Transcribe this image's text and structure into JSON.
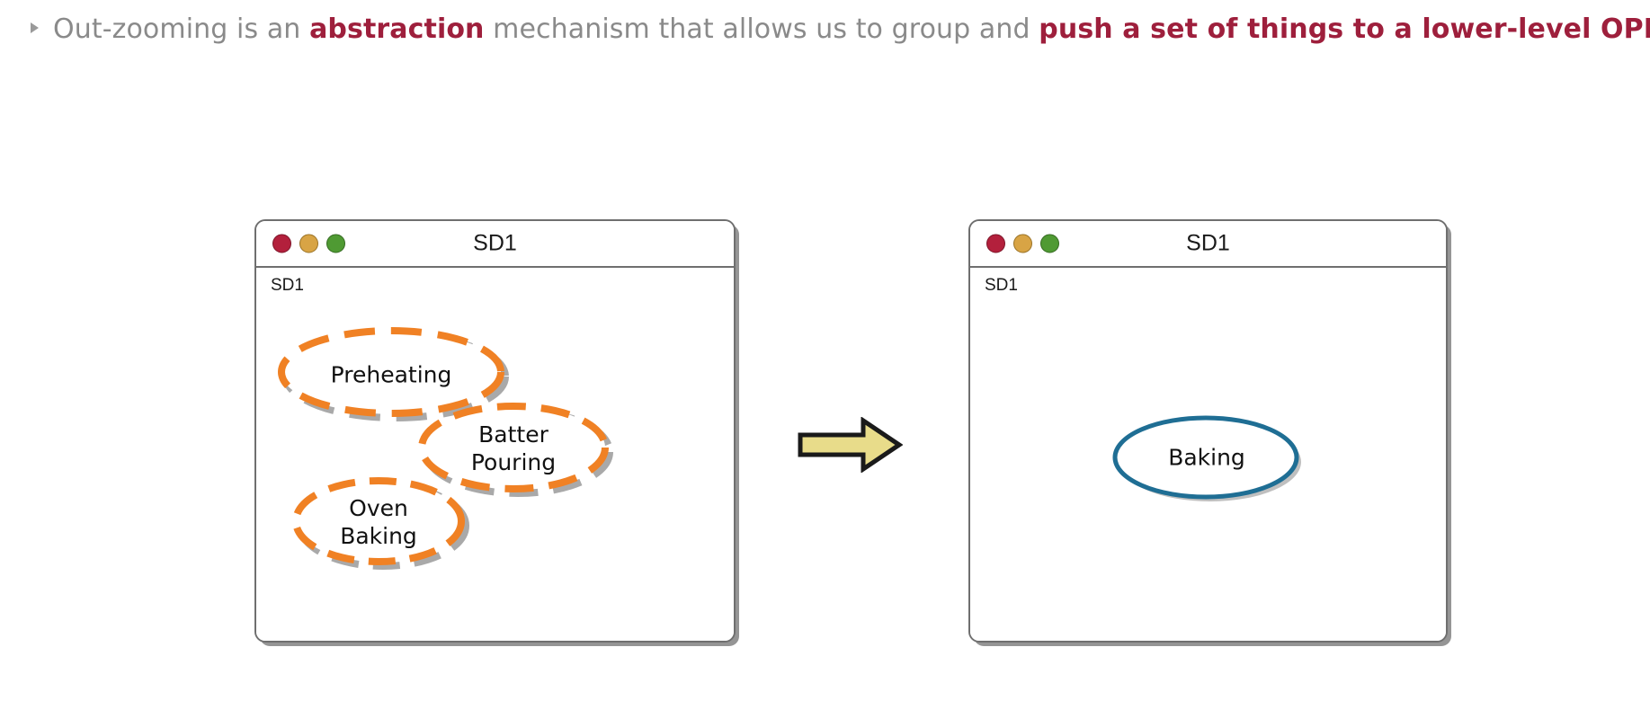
{
  "slide": {
    "bullet": {
      "marker": "triangle-bullet",
      "segments": [
        {
          "text": "Out-zooming is an ",
          "style": "normal"
        },
        {
          "text": "abstraction",
          "style": "emphasis"
        },
        {
          "text": " mechanism that allows us to group and ",
          "style": "normal"
        },
        {
          "text": "push a set of things to a lower-level OPD",
          "style": "emphasis"
        }
      ],
      "full_text": "Out-zooming is an abstraction mechanism that allows us to group and push a set of things to a lower-level OPD"
    }
  },
  "colors": {
    "text_gray": "#8a8a8a",
    "text_red": "#9e1f3c",
    "dashed_ellipse_orange": "#f08124",
    "solid_ellipse_blue": "#1f6e94",
    "shadow_gray": "#a9a9a9",
    "arrow_fill": "#e8dc8a",
    "arrow_stroke": "#1a1a1a",
    "window_border": "#6f6f6f",
    "traffic_red": "#b3203c",
    "traffic_amber": "#d8a445",
    "traffic_green": "#4f9a33"
  },
  "windows": [
    {
      "id": "left",
      "title": "SD1",
      "body_label": "SD1",
      "traffic_lights": [
        "close-red",
        "minimize-amber",
        "maximize-green"
      ],
      "nodes": [
        {
          "id": "preheating",
          "label": "Preheating",
          "lines": [
            "Preheating"
          ],
          "style": "dashed-orange"
        },
        {
          "id": "batter-pouring",
          "label": "Batter Pouring",
          "lines": [
            "Batter",
            "Pouring"
          ],
          "style": "dashed-orange"
        },
        {
          "id": "oven-baking",
          "label": "Oven Baking",
          "lines": [
            "Oven",
            "Baking"
          ],
          "style": "dashed-orange"
        }
      ]
    },
    {
      "id": "right",
      "title": "SD1",
      "body_label": "SD1",
      "traffic_lights": [
        "close-red",
        "minimize-amber",
        "maximize-green"
      ],
      "nodes": [
        {
          "id": "baking",
          "label": "Baking",
          "lines": [
            "Baking"
          ],
          "style": "solid-blue"
        }
      ]
    }
  ],
  "arrow": {
    "direction": "right",
    "meaning": "out-zoom-transformation"
  }
}
